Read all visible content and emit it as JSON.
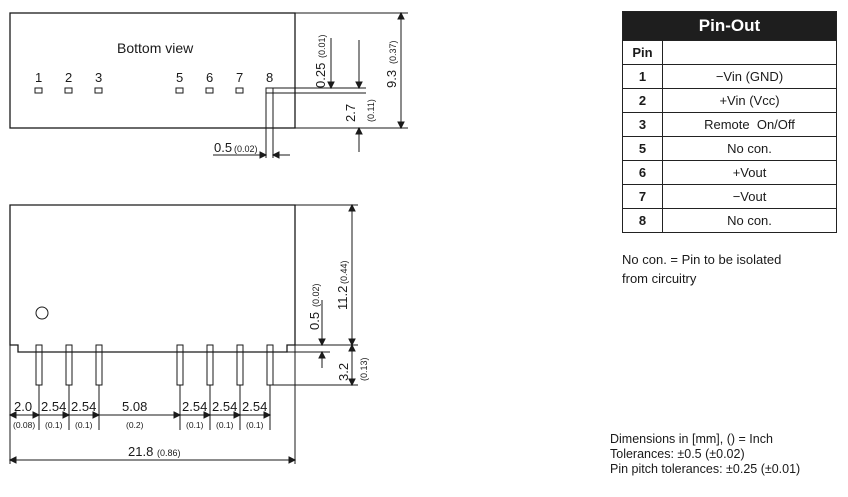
{
  "bottom_view_label": "Bottom view",
  "pin_numbers": [
    "1",
    "2",
    "3",
    "5",
    "6",
    "7",
    "8"
  ],
  "dimensions": {
    "pad_offset": "0.25",
    "pad_offset_in": "(0.01)",
    "depth": "9.3",
    "depth_in": "(0.37)",
    "pin_row": "2.7",
    "pin_row_in": "(0.11)",
    "pad_width": "0.5",
    "pad_width_in": "(0.02)",
    "height": "11.2",
    "height_in": "(0.44)",
    "standoff": "0.5",
    "standoff_in": "(0.02)",
    "pin_length": "3.2",
    "pin_length_in": "(0.13)",
    "width": "21.8",
    "width_in": "(0.86)"
  },
  "pitch_labels": [
    {
      "mm": "2.0",
      "in": "(0.08)"
    },
    {
      "mm": "2.54",
      "in": "(0.1)"
    },
    {
      "mm": "2.54",
      "in": "(0.1)"
    },
    {
      "mm": "5.08",
      "in": "(0.2)"
    },
    {
      "mm": "2.54",
      "in": "(0.1)"
    },
    {
      "mm": "2.54",
      "in": "(0.1)"
    },
    {
      "mm": "2.54",
      "in": "(0.1)"
    }
  ],
  "pinout": {
    "title": "Pin-Out",
    "header_pin": "Pin",
    "header_function": "",
    "rows": [
      {
        "pin": "1",
        "function": "−Vin (GND)"
      },
      {
        "pin": "2",
        "function": "+Vin (Vcc)"
      },
      {
        "pin": "3",
        "function": "Remote  On/Off"
      },
      {
        "pin": "5",
        "function": "No con."
      },
      {
        "pin": "6",
        "function": "+Vout"
      },
      {
        "pin": "7",
        "function": "−Vout"
      },
      {
        "pin": "8",
        "function": "No con."
      }
    ]
  },
  "note": [
    "No con. = Pin to be isolated",
    "from circuitry"
  ],
  "dimension_notes": [
    "Dimensions in [mm], () = Inch",
    "Tolerances: ±0.5 (±0.02)",
    "Pin pitch tolerances: ±0.25 (±0.01)"
  ]
}
